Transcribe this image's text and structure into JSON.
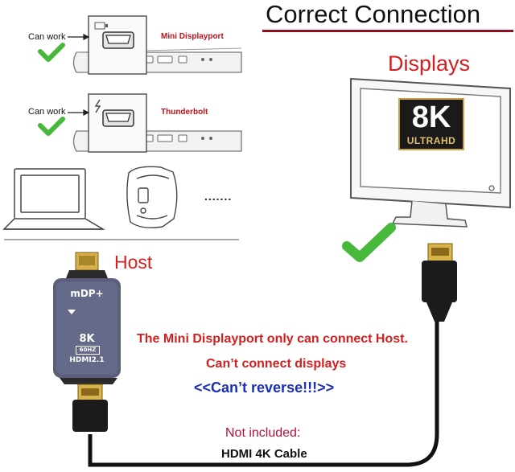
{
  "title": "Correct Connection",
  "rows": [
    {
      "can_work": "Can work",
      "port_name": "Mini Displayport",
      "icon": "mini-displayport-icon"
    },
    {
      "can_work": "Can work",
      "port_name": "Thunderbolt",
      "icon": "thunderbolt-icon"
    }
  ],
  "ellipsis": ".......",
  "displays_label": "Displays",
  "badge": {
    "big": "8K",
    "line": "ULTRAHD"
  },
  "host_label": "Host",
  "adapter": {
    "top": "mDP+",
    "big": "8K",
    "hz": "60HZ",
    "hdmi": "HDMI2.1"
  },
  "messages": {
    "line1": "The Mini Displayport only can connect Host.",
    "line2": "Can’t connect displays",
    "line3": "<<Can’t reverse!!!>>"
  },
  "cable": {
    "not_included": "Not included:",
    "name": "HDMI 4K Cable"
  },
  "colors": {
    "red": "#d21f1f",
    "blue": "#1a2fb5",
    "check_green": "#46b83a",
    "adapter_body": "#5b5f7a"
  }
}
